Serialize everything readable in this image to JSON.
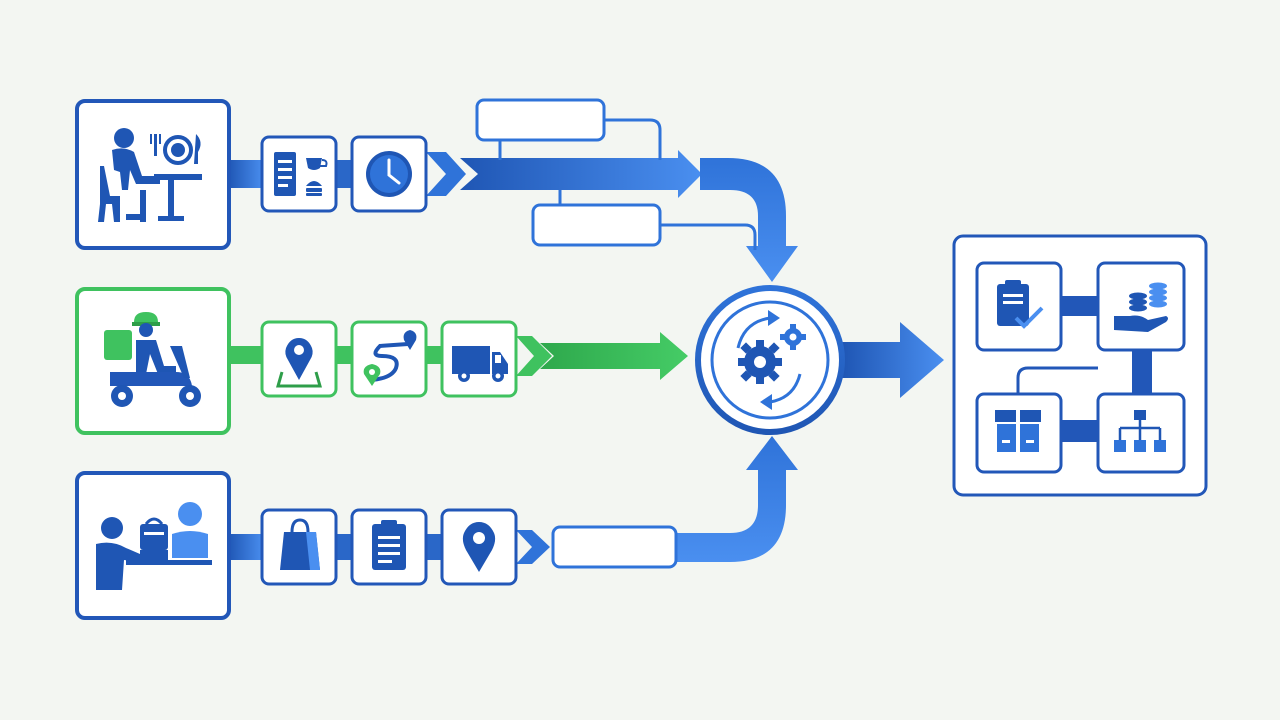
{
  "colors": {
    "background": "#f3f6f2",
    "blue_dark": "#1f56b4",
    "blue": "#2f73d9",
    "blue_light": "#4a8ff0",
    "green": "#3fc25f",
    "green_dark": "#2e9e49",
    "box_fill": "#ffffff"
  },
  "flows": [
    {
      "id": "dine-in",
      "color": "blue",
      "source_icon": "person-dining-table-icon",
      "steps": [
        "menu-icon",
        "clock-icon"
      ]
    },
    {
      "id": "delivery",
      "color": "green",
      "source_icon": "delivery-scooter-icon",
      "steps": [
        "location-map-icon",
        "route-icon",
        "delivery-van-icon"
      ]
    },
    {
      "id": "takeaway",
      "color": "blue",
      "source_icon": "counter-handoff-icon",
      "steps": [
        "shopping-bag-icon",
        "clipboard-icon",
        "location-pin-icon"
      ]
    }
  ],
  "hub": {
    "icon": "gears-sync-icon"
  },
  "output": {
    "modules": [
      "checklist-clipboard-icon",
      "hand-coins-icon",
      "inventory-boxes-icon",
      "hierarchy-icon"
    ]
  }
}
